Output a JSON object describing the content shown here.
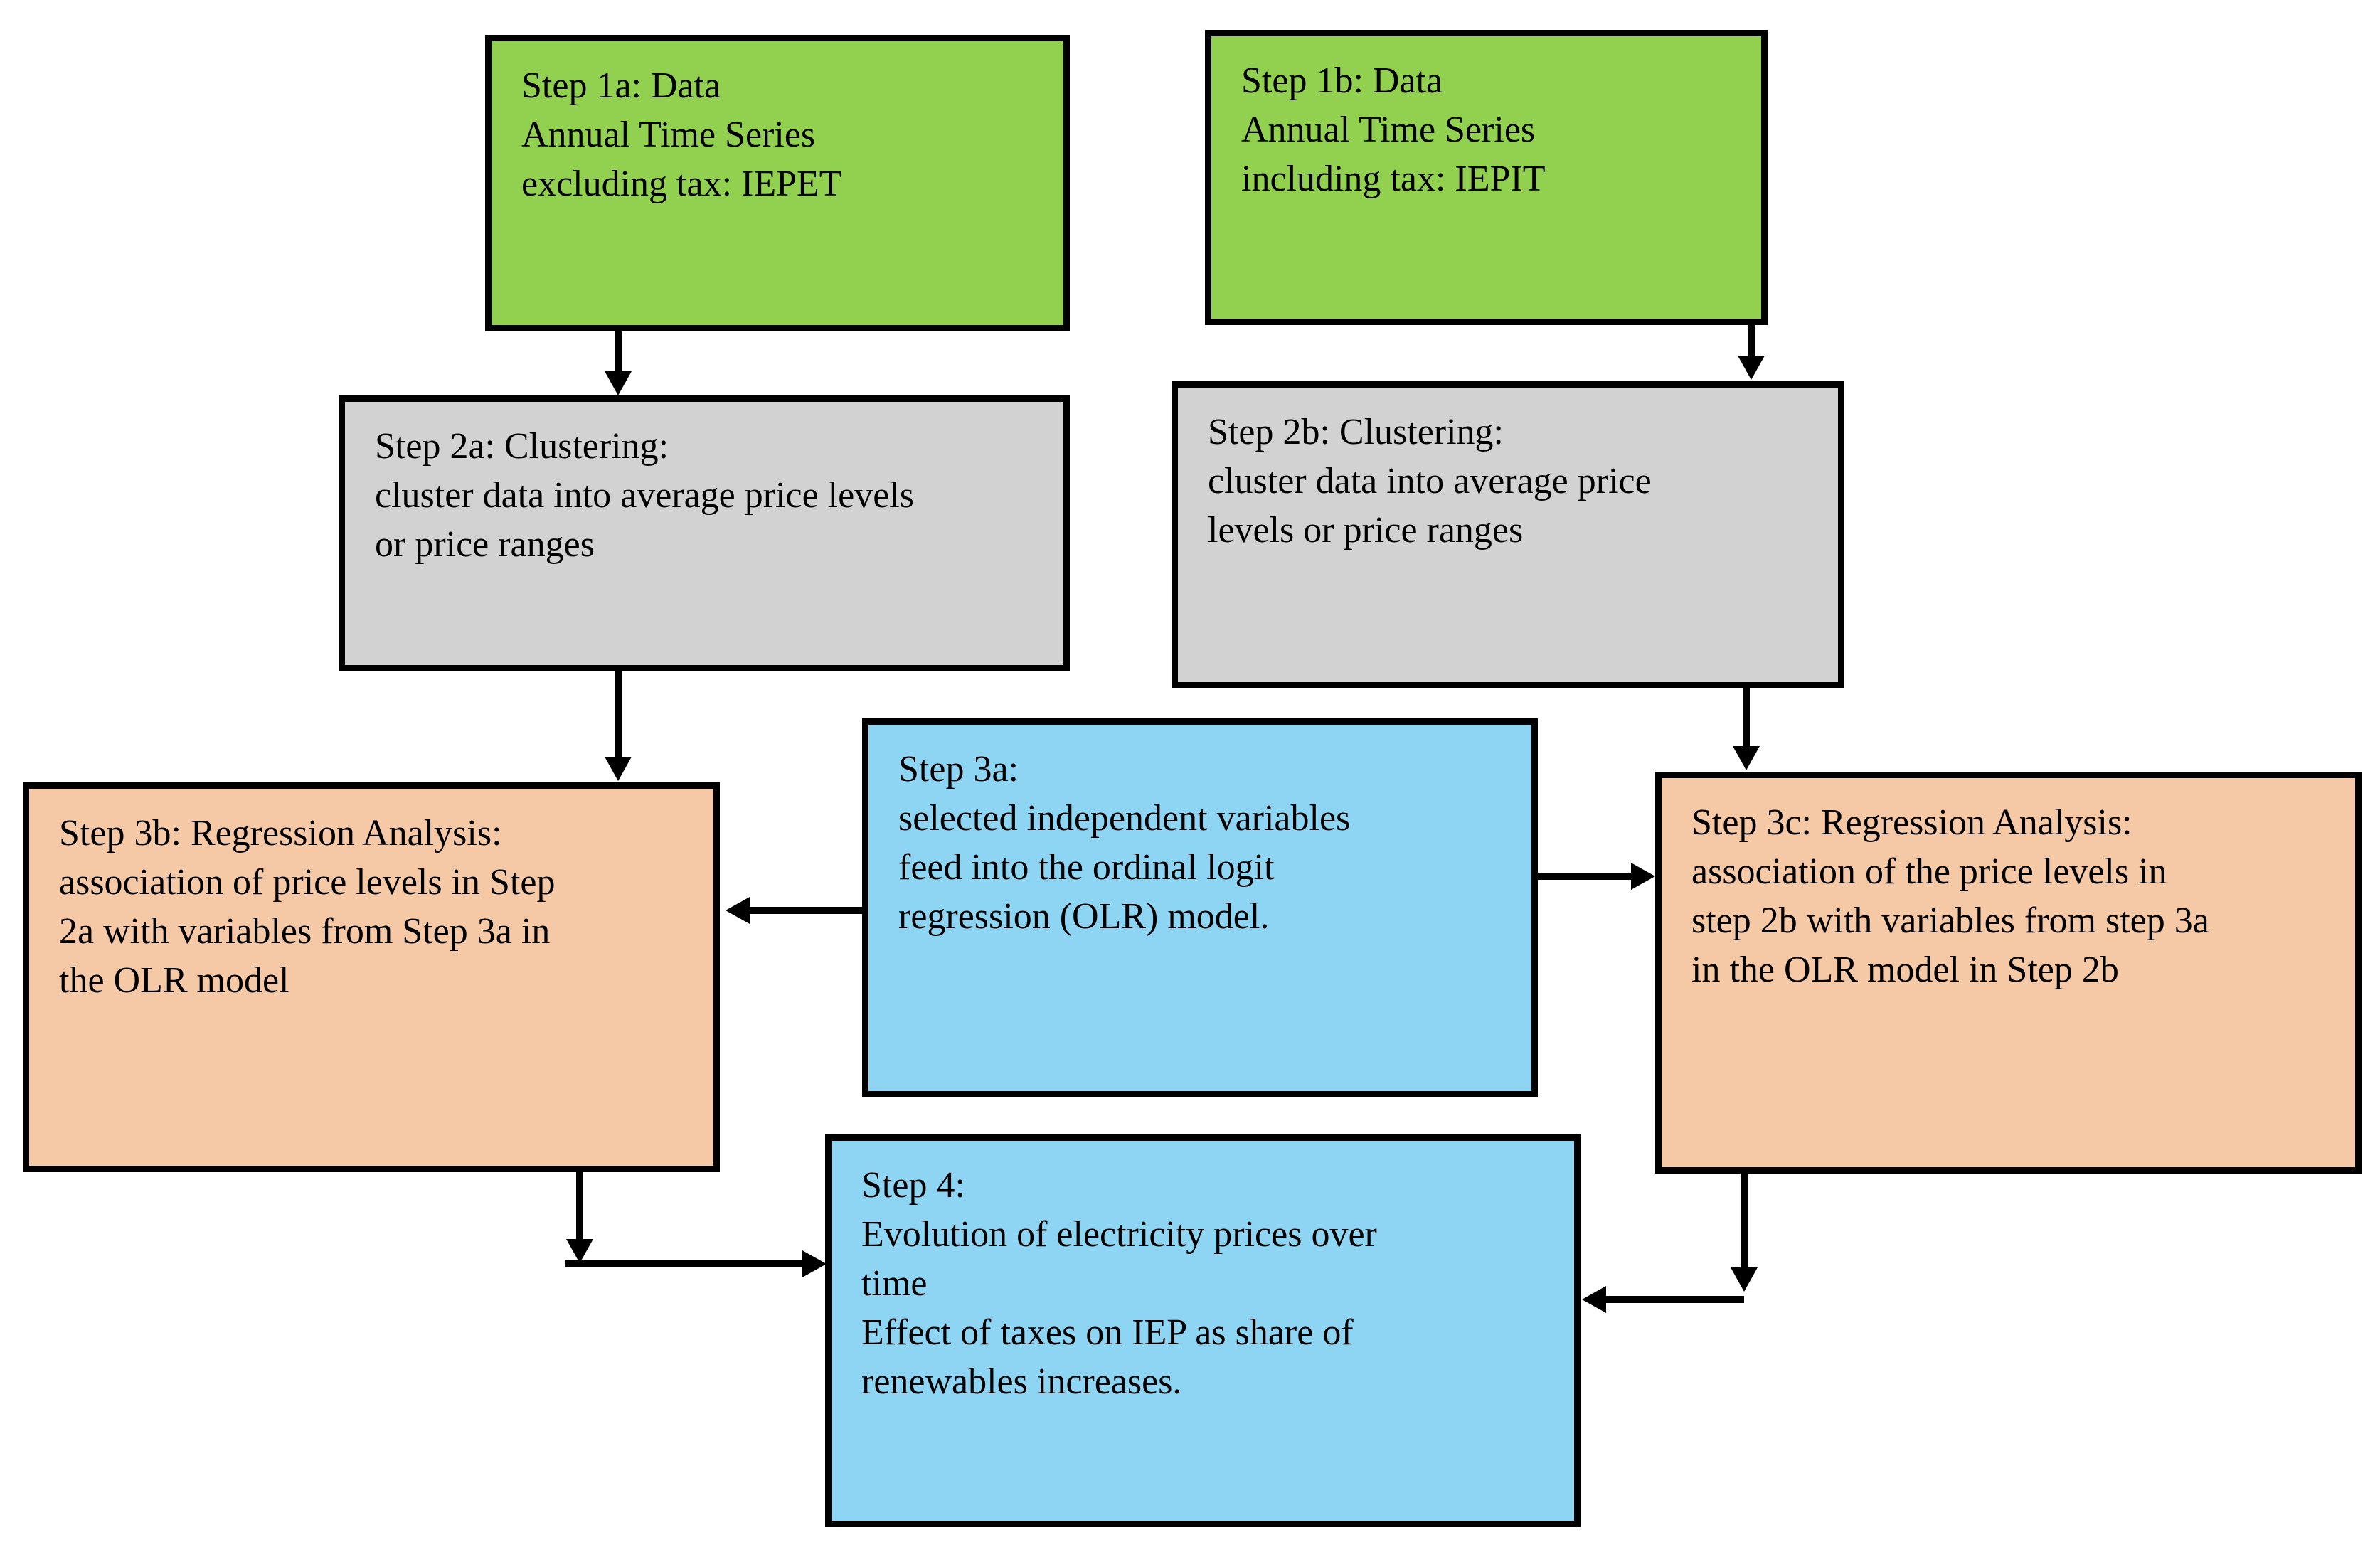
{
  "colors": {
    "green": "#92D050",
    "gray": "#D2D2D2",
    "salmon": "#F5C9A6",
    "blue": "#8ED5F3",
    "border": "#000000",
    "background": "#FFFFFF"
  },
  "boxes": {
    "step_1a": {
      "id": "Step 1a",
      "color": "green",
      "lines": [
        "Step 1a: Data",
        "Annual Time Series",
        "excluding tax: IEPET"
      ]
    },
    "step_1b": {
      "id": "Step 1b",
      "color": "green",
      "lines": [
        "Step 1b: Data",
        "Annual Time Series",
        "including tax: IEPIT"
      ]
    },
    "step_2a": {
      "id": "Step 2a",
      "color": "gray",
      "lines": [
        "Step 2a: Clustering:",
        "cluster data into average price levels",
        "or price ranges"
      ]
    },
    "step_2b": {
      "id": "Step 2b",
      "color": "gray",
      "lines": [
        "Step 2b: Clustering:",
        "cluster data into average price",
        "levels or price ranges"
      ]
    },
    "step_3b": {
      "id": "Step 3b",
      "color": "salmon",
      "lines": [
        "Step 3b: Regression Analysis:",
        "association of price levels in Step",
        "2a with variables from Step 3a in",
        "the OLR model"
      ]
    },
    "step_3a": {
      "id": "Step 3a",
      "color": "blue",
      "lines": [
        "Step 3a:",
        "selected independent  variables",
        "feed into the ordinal logit",
        "regression (OLR) model."
      ]
    },
    "step_3c": {
      "id": "Step 3c",
      "color": "salmon",
      "lines": [
        "Step 3c: Regression Analysis:",
        "association of the price levels in",
        "step 2b with variables from step 3a",
        "in the OLR model in Step 2b"
      ]
    },
    "step_4": {
      "id": "Step 4",
      "color": "blue",
      "lines": [
        "Step 4:",
        "Evolution of electricity prices over",
        "time",
        "Effect of taxes on IEP as share of",
        "renewables increases."
      ]
    }
  },
  "arrows": [
    {
      "from": "Step 1a",
      "to": "Step 2a"
    },
    {
      "from": "Step 1b",
      "to": "Step 2b"
    },
    {
      "from": "Step 2a",
      "to": "Step 3b"
    },
    {
      "from": "Step 2b",
      "to": "Step 3c"
    },
    {
      "from": "Step 3a",
      "to": "Step 3b"
    },
    {
      "from": "Step 3a",
      "to": "Step 3c"
    },
    {
      "from": "Step 3b",
      "to": "Step 4"
    },
    {
      "from": "Step 3c",
      "to": "Step 4"
    }
  ]
}
